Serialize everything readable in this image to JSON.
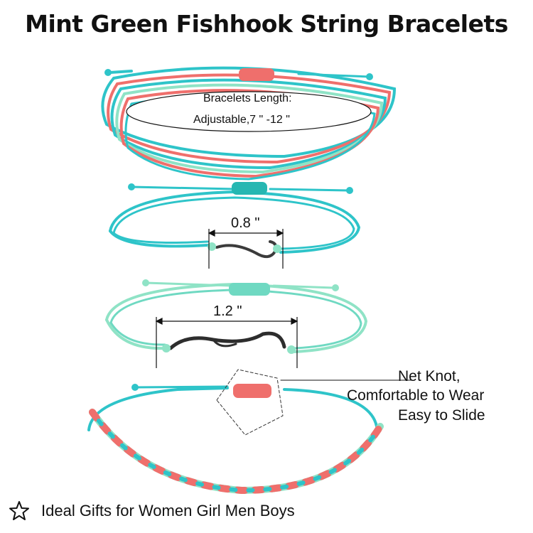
{
  "title": "Mint Green Fishhook String Bracelets",
  "length_label": {
    "line1": "Bracelets Length:",
    "line2": "Adjustable,7 \" -12 \""
  },
  "dimensions": {
    "hook": "0.8 \"",
    "wave": "1.2 \""
  },
  "knot_note": {
    "line1": "Net Knot,",
    "line2": "Comfortable to Wear",
    "line3": "Easy to Slide"
  },
  "footer": {
    "icon": "star-outline-icon",
    "text": "Ideal Gifts for Women Girl Men Boys"
  },
  "colors": {
    "turquoise": "#2ec4c9",
    "mint": "#8fe3c6",
    "coral": "#ef6f6c",
    "charm": "#2d2d2d"
  }
}
